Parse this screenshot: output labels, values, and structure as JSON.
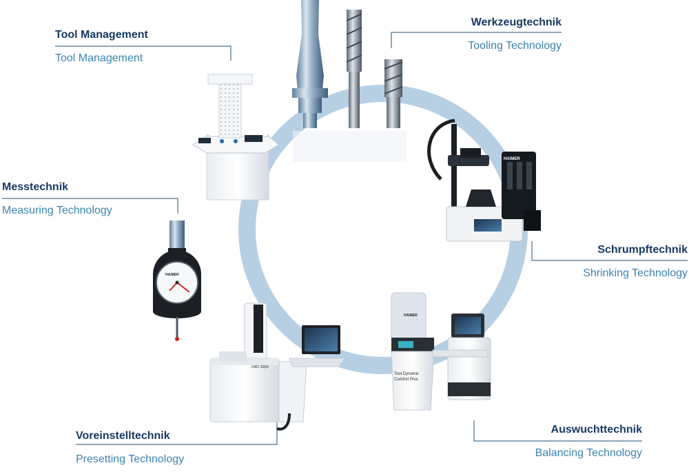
{
  "diagram": {
    "ring_color": "#b7cfe3",
    "heading_color": "#153a63",
    "subheading_color": "#3a84b3",
    "categories": [
      {
        "german": "Tool Management",
        "english": "Tool Management",
        "product": "tool-management-cabinet"
      },
      {
        "german": "Werkzeugtechnik",
        "english": "Tooling Technology",
        "product": "tool-holders-and-cutters"
      },
      {
        "german": "Schrumpftechnik",
        "english": "Shrinking Technology",
        "product": "shrink-fit-machine"
      },
      {
        "german": "Auswuchttechnik",
        "english": "Balancing Technology",
        "product": "balancing-machines"
      },
      {
        "german": "Voreinstelltechnik",
        "english": "Presetting Technology",
        "product": "presetting-device"
      },
      {
        "german": "Messtechnik",
        "english": "Measuring Technology",
        "product": "dial-gauge"
      }
    ],
    "product_texts": {
      "brand": "HAIMER",
      "balancer_name": "Tool Dynamic",
      "balancer_model": "Comfort Plus",
      "presetter_name": "UNO 20|50"
    }
  }
}
